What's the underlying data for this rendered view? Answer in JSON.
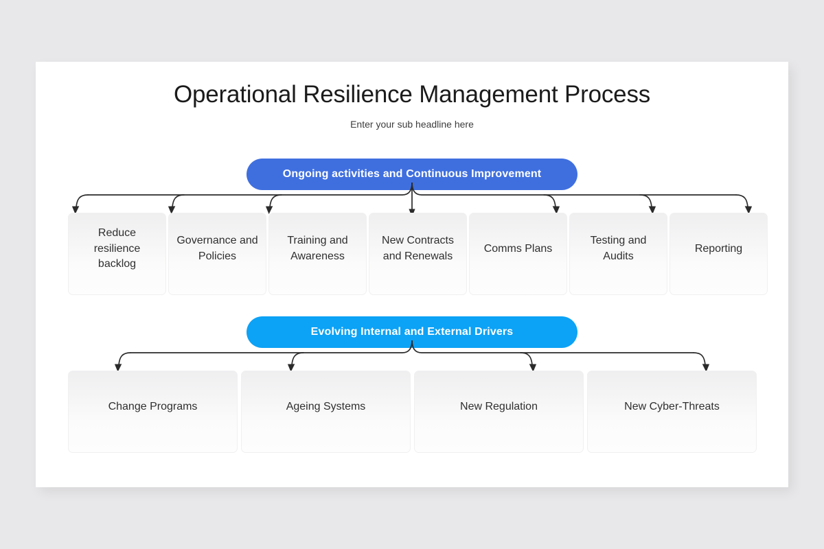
{
  "slide": {
    "title": "Operational Resilience Management Process",
    "subtitle": "Enter your sub headline here",
    "background_color": "#ffffff",
    "page_background_color": "#e8e7e9"
  },
  "sections": [
    {
      "id": "ongoing",
      "banner_label": "Ongoing activities and Continuous Improvement",
      "banner_color": "#3f6fdf",
      "cards": [
        {
          "label": "Reduce resilience backlog"
        },
        {
          "label": "Governance and Policies"
        },
        {
          "label": "Training and Awareness"
        },
        {
          "label": "New Contracts and Renewals"
        },
        {
          "label": "Comms Plans"
        },
        {
          "label": "Testing and Audits"
        },
        {
          "label": "Reporting"
        }
      ]
    },
    {
      "id": "drivers",
      "banner_label": "Evolving Internal and External Drivers",
      "banner_color": "#0ca2f6",
      "cards": [
        {
          "label": "Change Programs"
        },
        {
          "label": "Ageing Systems"
        },
        {
          "label": "New Regulation"
        },
        {
          "label": "New Cyber-Threats"
        }
      ]
    }
  ],
  "connectors": {
    "line_color": "#2b2b2b",
    "top_branch_count": 7,
    "bottom_branch_count": 4
  }
}
